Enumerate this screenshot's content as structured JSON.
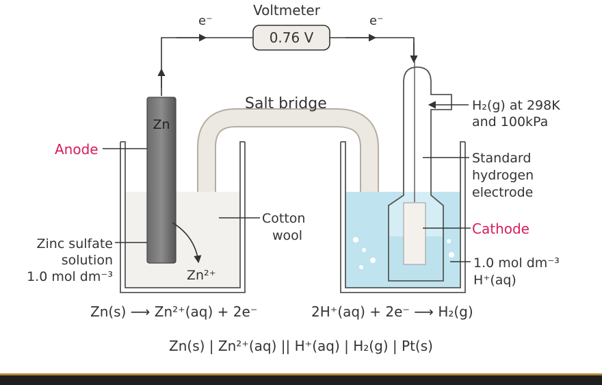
{
  "voltmeter": {
    "label": "Voltmeter",
    "reading": "0.76 V"
  },
  "electron_left": "e⁻",
  "electron_right": "e⁻",
  "salt_bridge": "Salt bridge",
  "anode": {
    "label": "Anode",
    "electrode": "Zn"
  },
  "cotton_wool": {
    "line1": "Cotton",
    "line2": "wool"
  },
  "zinc_solution": {
    "line1": "Zinc sulfate",
    "line2": "solution",
    "line3": "1.0 mol dm⁻³"
  },
  "zn_ion": "Zn²⁺",
  "hydrogen_gas": {
    "line1": "H₂(g) at 298K",
    "line2": "and 100kPa"
  },
  "she": {
    "line1": "Standard",
    "line2": "hydrogen",
    "line3": "electrode"
  },
  "cathode": "Cathode",
  "acid": {
    "line1": "1.0 mol dm⁻³",
    "line2": "H⁺(aq)"
  },
  "half_eq_left": "Zn(s) ⟶ Zn²⁺(aq) + 2e⁻",
  "half_eq_right": "2H⁺(aq) + 2e⁻ ⟶ H₂(g)",
  "cell_notation": "Zn(s) | Zn²⁺(aq) || H⁺(aq) | H₂(g) | Pt(s)",
  "colors": {
    "anode_label": "#d61c5c",
    "cathode_label": "#d61c5c",
    "solution_blue": "#bfe4ef",
    "bottom_accent": "#b58a3c"
  }
}
